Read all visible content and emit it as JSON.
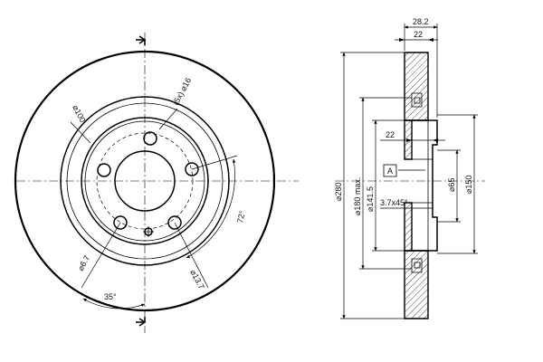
{
  "front_view": {
    "outer_diameter": "100",
    "holes": "(5x)",
    "hole_diameter": "16",
    "angle_72": "72°",
    "dim_6_7": "6.7",
    "dim_13_7": "13.7",
    "angle_35": "35°"
  },
  "section_view": {
    "width_total": "28.2",
    "width_hub": "22",
    "dia_280": "280",
    "dia_180": "180 max.",
    "dia_141": "141.5",
    "dim_22": "22",
    "datum": "A",
    "chamfer": "3.7x45°",
    "dia_65": "65",
    "dia_150": "150"
  },
  "symbols": {
    "diameter": "⌀"
  }
}
